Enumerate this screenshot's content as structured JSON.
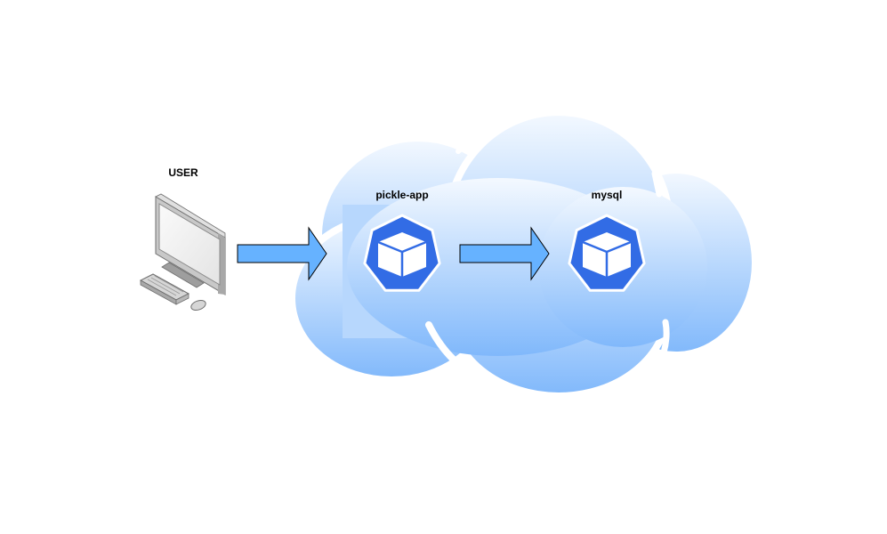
{
  "nodes": {
    "user": {
      "label": "USER",
      "icon": "desktop-computer-icon"
    },
    "app": {
      "label": "pickle-app",
      "icon": "kubernetes-pod-icon"
    },
    "db": {
      "label": "mysql",
      "icon": "kubernetes-pod-icon"
    }
  },
  "colors": {
    "cloud_top": "#F4F9FF",
    "cloud_bottom": "#80B8FB",
    "arrow_fill": "#66B2FF",
    "pod_blue": "#326CE5",
    "monitor_frame": "#B3B3B3"
  }
}
